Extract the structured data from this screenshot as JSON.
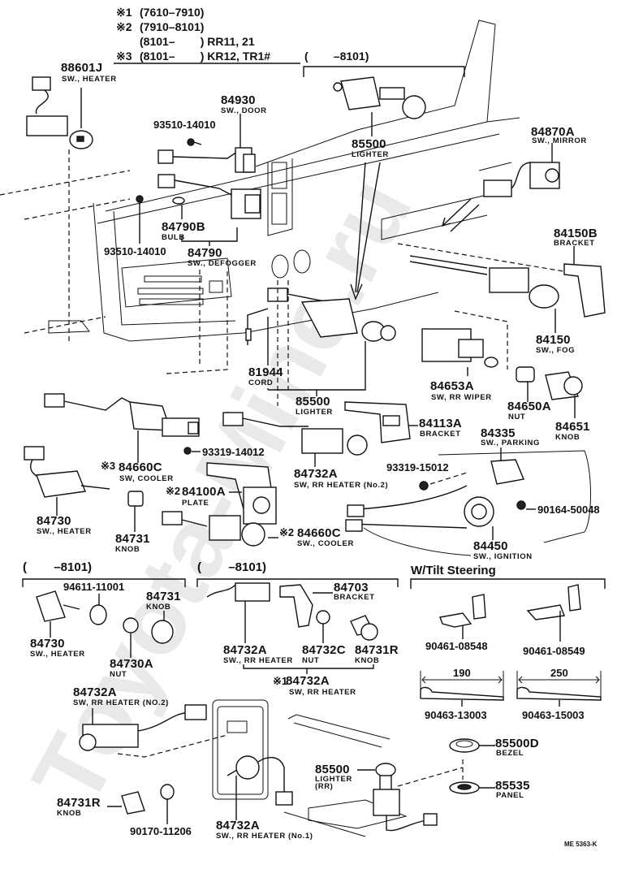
{
  "watermark": "Toyota-Mine.ru",
  "notes": {
    "n1": {
      "mark": "※1",
      "range": "(7610–7910)"
    },
    "n2": {
      "mark": "※2",
      "range": "(7910–8101)"
    },
    "n2b": {
      "range": "(8101–        ) RR11, 21"
    },
    "n3": {
      "mark": "※3",
      "range": "(8101–        ) KR12, TR1#"
    },
    "top_range": "(        –8101)"
  },
  "callouts": [
    {
      "id": "88601J",
      "desc": "SW., HEATER"
    },
    {
      "id": "84930",
      "desc": "SW., DOOR"
    },
    {
      "id": "93510-14010",
      "desc": ""
    },
    {
      "id": "85500",
      "desc": "LIGHTER"
    },
    {
      "id": "84870A",
      "desc": "SW., MIRROR"
    },
    {
      "id": "84790B",
      "desc": "BULB"
    },
    {
      "id": "93510-14010",
      "desc": ""
    },
    {
      "id": "84790",
      "desc": "SW., DEFOGGER"
    },
    {
      "id": "84150B",
      "desc": "BRACKET"
    },
    {
      "id": "84150",
      "desc": "SW., FOG"
    },
    {
      "id": "81944",
      "desc": "CORD"
    },
    {
      "id": "85500",
      "desc": "LIGHTER"
    },
    {
      "id": "84653A",
      "desc": "SW, RR WIPER"
    },
    {
      "id": "84650A",
      "desc": "NUT"
    },
    {
      "id": "84651",
      "desc": "KNOB"
    },
    {
      "id": "84113A",
      "desc": "BRACKET"
    },
    {
      "id": "84335",
      "desc": "SW., PARKING"
    },
    {
      "id": "93319-14012",
      "desc": ""
    },
    {
      "id": "84660C",
      "desc": "SW, COOLER",
      "mark": "※3"
    },
    {
      "id": "84732A",
      "desc": "SW, RR HEATER (No.2)"
    },
    {
      "id": "93319-15012",
      "desc": ""
    },
    {
      "id": "84100A",
      "desc": "PLATE",
      "mark": "※2"
    },
    {
      "id": "90164-50048",
      "desc": ""
    },
    {
      "id": "84730",
      "desc": "SW., HEATER"
    },
    {
      "id": "84731",
      "desc": "KNOB"
    },
    {
      "id": "84660C",
      "desc": "SW., COOLER",
      "mark": "※2"
    },
    {
      "id": "84450",
      "desc": "SW., IGNITION"
    }
  ],
  "group_a": {
    "range": "(        –8101)",
    "items": [
      {
        "id": "94611-11001",
        "desc": ""
      },
      {
        "id": "84731",
        "desc": "KNOB"
      },
      {
        "id": "84730",
        "desc": "SW., HEATER"
      },
      {
        "id": "84730A",
        "desc": "NUT"
      }
    ]
  },
  "group_b": {
    "range": "(        –8101)",
    "items": [
      {
        "id": "84703",
        "desc": "BRACKET"
      },
      {
        "id": "84732A",
        "desc": "SW., RR HEATER"
      },
      {
        "id": "84732C",
        "desc": "NUT"
      },
      {
        "id": "84731R",
        "desc": "KNOB"
      }
    ],
    "assembly": {
      "mark": "※1",
      "id": "84732A",
      "desc": "SW, RR HEATER"
    }
  },
  "group_c": {
    "title": "W/Tilt Steering",
    "items": [
      {
        "id": "90461-08548",
        "desc": ""
      },
      {
        "id": "90461-08549",
        "desc": ""
      },
      {
        "id": "90463-13003",
        "desc": "",
        "length": "190"
      },
      {
        "id": "90463-15003",
        "desc": "",
        "length": "250"
      }
    ]
  },
  "bottom": [
    {
      "id": "84732A",
      "desc": "SW, RR HEATER (NO.2)"
    },
    {
      "id": "84731R",
      "desc": "KNOB"
    },
    {
      "id": "90170-11206",
      "desc": ""
    },
    {
      "id": "84732A",
      "desc": "SW., RR HEATER (No.1)"
    },
    {
      "id": "85500",
      "desc": "LIGHTER",
      "desc2": "(RR)"
    },
    {
      "id": "85500D",
      "desc": "BEZEL"
    },
    {
      "id": "85535",
      "desc": "PANEL"
    }
  ],
  "ref_code": "ME 5363-K"
}
